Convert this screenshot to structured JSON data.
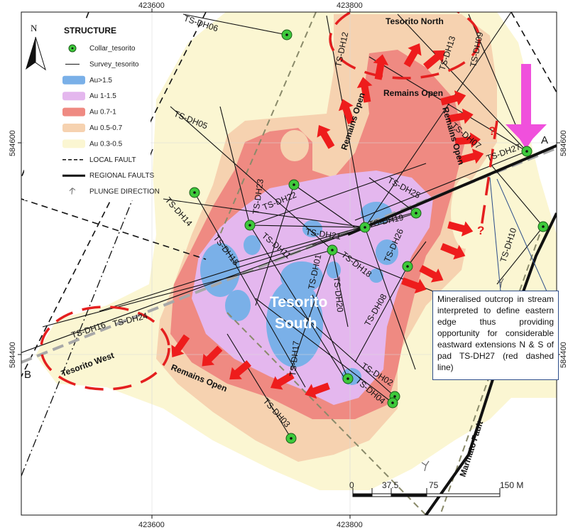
{
  "coords": {
    "x_top": [
      "423600",
      "423800"
    ],
    "x_bottom": [
      "423600",
      "423800"
    ],
    "y_left": [
      "584600",
      "584400"
    ],
    "y_right": [
      "584600",
      "584400"
    ]
  },
  "north": "N",
  "legend": {
    "title": "STRUCTURE",
    "items": [
      {
        "label": "Collar_tesorito",
        "kind": "collar",
        "color": "#3ec93b"
      },
      {
        "label": "Survey_tesorito",
        "kind": "line",
        "color": "#111111"
      },
      {
        "label": "Au>1.5",
        "kind": "fill",
        "color": "#7ab0e8"
      },
      {
        "label": "Au 1-1.5",
        "kind": "fill",
        "color": "#e4b7ee"
      },
      {
        "label": "Au 0.7-1",
        "kind": "fill",
        "color": "#ef8a82"
      },
      {
        "label": "Au 0.5-0.7",
        "kind": "fill",
        "color": "#f6d2b0"
      },
      {
        "label": "Au 0.3-0.5",
        "kind": "fill",
        "color": "#fbf6d2"
      },
      {
        "label": "LOCAL FAULT",
        "kind": "dashed",
        "color": "#111111"
      },
      {
        "label": "REGIONAL FAULTS",
        "kind": "thick",
        "color": "#111111"
      },
      {
        "label": "PLUNGE DIRECTION",
        "kind": "plunge",
        "color": "#666666"
      }
    ]
  },
  "drillholes": [
    "TS-DH06",
    "TS-DH12",
    "TS-DH13",
    "TS-DH09",
    "TS-DH05",
    "TS-DH07",
    "TS-DH27",
    "TS-DH23",
    "TS-DH22",
    "TS-DH25",
    "TS-DH14",
    "TS-DH19",
    "TS-DH21",
    "TS-DH15",
    "TS-DH11",
    "TS-DH26",
    "TS-DH10",
    "TS-DH18",
    "TS-DH01",
    "TS-DH20",
    "TS-DH08",
    "TS-DH24",
    "TS-DH16",
    "TS-DH17",
    "TS-DH02",
    "TS-DH04",
    "TS-DH03"
  ],
  "labels": {
    "tesorito_north": "Tesorito North",
    "remains_open": "Remains Open",
    "tesorito_south_1": "Tesorito",
    "tesorito_south_2": "South",
    "tesorito_west": "Tesorito West",
    "marmato_fault": "Marmato Fault",
    "section_a": "A",
    "section_b": "B",
    "question": "?"
  },
  "note": "Mineralised outcrop in stream interpreted to define eastern edge thus providing opportunity for considerable eastward extensions N & S of pad TS-DH27 (red dashed line)",
  "scale": {
    "ticks": [
      "0",
      "37.5",
      "75",
      "150 M"
    ]
  },
  "colors": {
    "arrow": "#ee1c1c",
    "callout_arrow": "#f050dc",
    "collar": "#3ec93b",
    "section_line": "#a8a8a8"
  }
}
